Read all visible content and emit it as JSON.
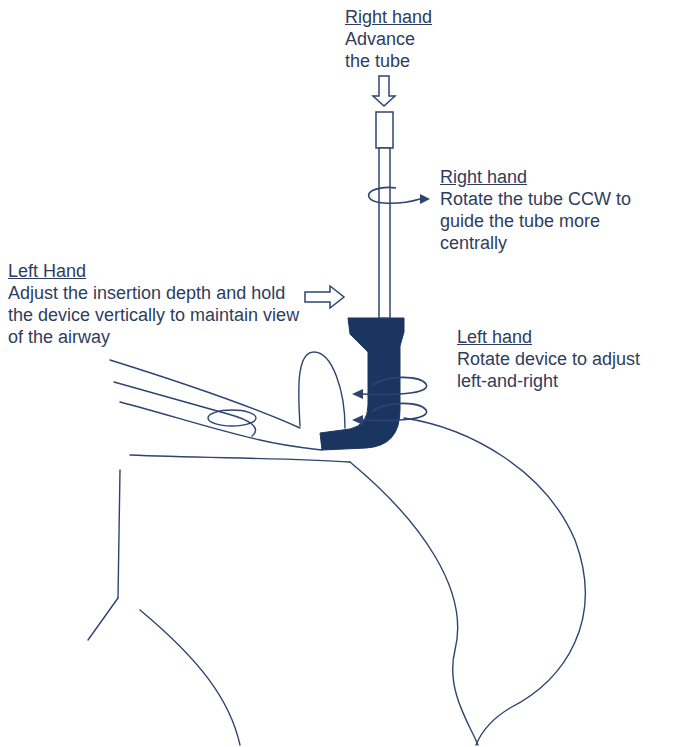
{
  "diagram": {
    "labels": [
      "Right hand",
      "Advance the tube",
      "Right hand",
      "Rotate the tube CCW to guide the tube more centrally",
      "Left Hand",
      "Adjust the insertion depth and hold the device vertically to maintain view of the airway",
      "Left hand",
      "Rotate device to adjust left-and-right"
    ]
  }
}
